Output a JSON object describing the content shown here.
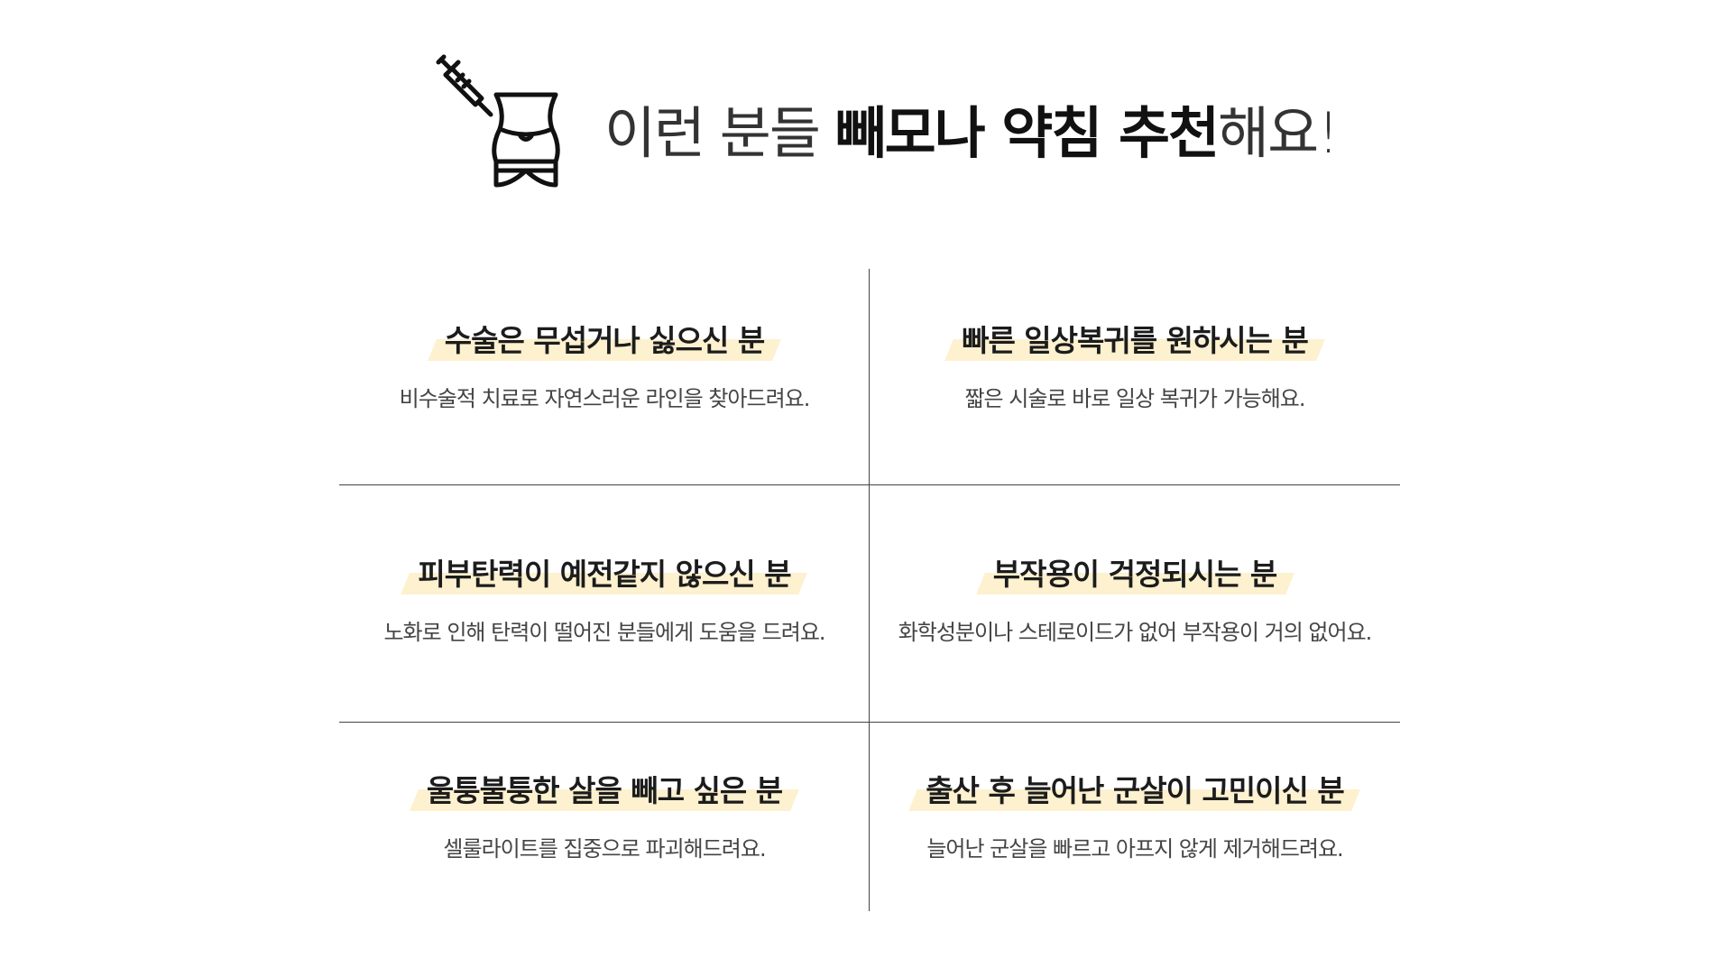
{
  "header": {
    "title_prefix": "이런 분들 ",
    "title_highlight": "빼모나 약침 추천",
    "title_suffix": "해요!",
    "highlight_color": "#fcc55b"
  },
  "recommendations": [
    {
      "title": "수술은 무섭거나 싫으신 분",
      "description": "비수술적 치료로 자연스러운 라인을 찾아드려요."
    },
    {
      "title": "빠른 일상복귀를 원하시는 분",
      "description": "짧은 시술로 바로 일상 복귀가 가능해요."
    },
    {
      "title": "피부탄력이 예전같지 않으신 분",
      "description": "노화로 인해 탄력이 떨어진 분들에게 도움을 드려요."
    },
    {
      "title": "부작용이 걱정되시는 분",
      "description": "화학성분이나 스테로이드가 없어 부작용이 거의 없어요."
    },
    {
      "title": "울퉁불퉁한 살을 빼고 싶은 분",
      "description": "셀룰라이트를 집중으로 파괴해드려요."
    },
    {
      "title": "출산 후 늘어난 군살이 고민이신 분",
      "description": "늘어난 군살을 빠르고 아프지 않게 제거해드려요."
    }
  ],
  "icons": {
    "header_icon": "belly-injection-icon"
  }
}
